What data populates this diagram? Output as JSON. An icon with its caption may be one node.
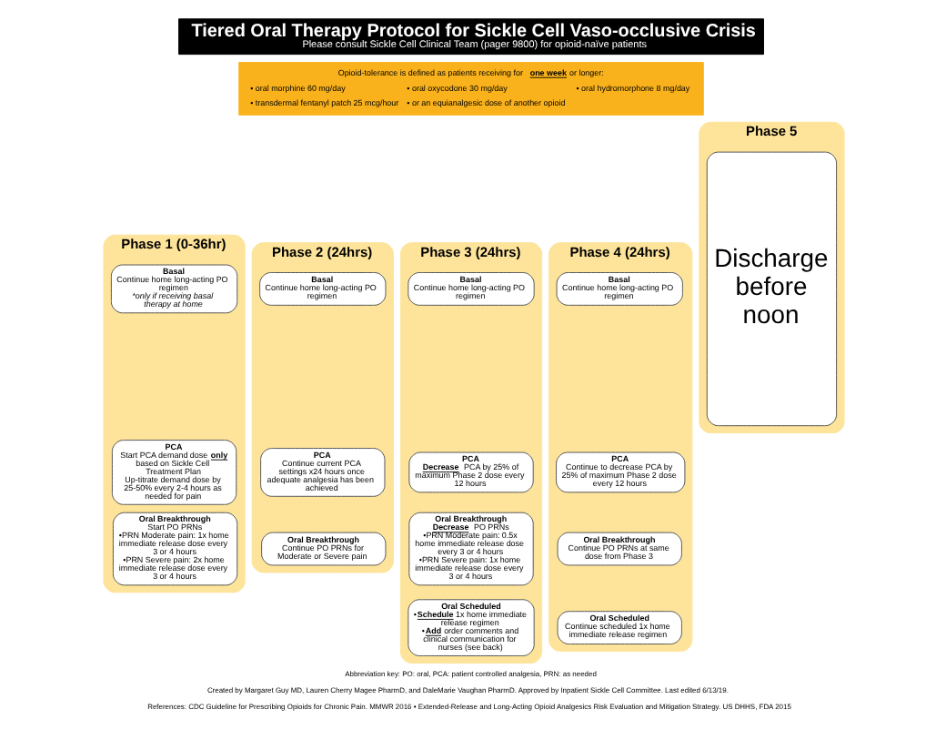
{
  "diagram": {
    "nodes": [
      {
        "text": [
          "Tiered Oral Therapy Protocol for Sickle Cell Vaso-occlusive Crisis",
          "Please consult Sickle Cell Clinical Team (pager 9800) for opioid-naïve patients"
        ]
      },
      {
        "text": [
          "Opioid-tolerance is defined as patients receiving for **one week** or longer:",
          "• oral morphine 60 mg/day",
          "• oral oxycodone 30 mg/day",
          "• oral hydromorphone 8 mg/day",
          "• transdermal fentanyl patch 25 mcg/hour",
          "• or an equianalgesic dose of another opioid"
        ]
      },
      {
        "text": [
          "Phase 1 (0-36hr)"
        ]
      },
      {
        "text": [
          "Basal",
          "Continue home long-acting PO regimen",
          "*only if receiving basal therapy at home"
        ],
        "in": 2
      },
      {
        "text": [
          "PCA",
          "Start PCA demand dose **only** based on Sickle Cell Treatment Plan",
          "Up-titrate demand dose by 25-50% every 2-4 hours as needed for pain"
        ],
        "in": 2
      },
      {
        "text": [
          "Oral Breakthrough",
          "Start PO PRNs",
          "•PRN Moderate pain: 1x home immediate release dose every 3 or 4 hours",
          "•PRN Severe pain: 2x home immediate release dose every 3 or 4 hours"
        ],
        "in": 2
      },
      {
        "text": [
          "Phase 2 (24hrs)"
        ]
      },
      {
        "text": [
          "Basal",
          "Continue home long-acting PO regimen"
        ],
        "in": 6
      },
      {
        "text": [
          "PCA",
          "Continue current PCA settings x24 hours once adequate analgesia has been achieved"
        ],
        "in": 6
      },
      {
        "text": [
          "Oral Breakthrough",
          "Continue PO PRNs for Moderate or Severe pain"
        ],
        "in": 6
      },
      {
        "text": [
          "Phase 3 (24hrs)"
        ]
      },
      {
        "text": [
          "Basal",
          "Continue home long-acting PO regimen"
        ],
        "in": 10
      },
      {
        "text": [
          "PCA",
          "**Decrease** PCA by 25% of maximum Phase 2 dose every 12 hours"
        ],
        "in": 10
      },
      {
        "text": [
          "Oral Breakthrough",
          "**Decrease** PO PRNs",
          "•PRN Moderate pain: 0.5x home immediate release dose every 3 or 4 hours",
          "•PRN Severe pain: 1x home immediate release dose every 3 or 4 hours"
        ],
        "in": 10
      },
      {
        "text": [
          "Oral Scheduled",
          "•**Schedule** 1x home immediate release regimen",
          "•**Add** order comments and clinical communication for nurses (see back)"
        ],
        "in": 10
      },
      {
        "text": [
          "Phase 4 (24hrs)"
        ]
      },
      {
        "text": [
          "Basal",
          "Continue home long-acting PO regimen"
        ],
        "in": 15
      },
      {
        "text": [
          "PCA",
          "Continue to decrease PCA by 25% of maximum Phase 2 dose every 12 hours"
        ],
        "in": 15
      },
      {
        "text": [
          "Oral Breakthrough",
          "Continue PO PRNs at same dose from Phase 3"
        ],
        "in": 15
      },
      {
        "text": [
          "Oral Scheduled",
          "Continue scheduled 1x home immediate release regimen"
        ],
        "in": 15
      },
      {
        "text": [
          "Phase 5"
        ]
      },
      {
        "text": [
          "Discharge before noon"
        ],
        "in": 20
      }
    ],
    "edges": [],
    "labels": [
      "Abbreviation key: PO: oral, PCA: patient controlled analgesia, PRN: as needed",
      "Created by Margaret Guy MD, Lauren Cherry Magee PharmD, and DaleMarie Vaughan PharmD. Approved by Inpatient Sickle Cell Committee. Last edited 6/13/19.",
      "References: CDC Guideline for Prescribing Opioids for Chronic Pain. MMWR 2016 • Extended-Release and Long-Acting Opioid Analgesics Risk Evaluation and Mitigation Strategy. US DHHS, FDA 2015"
    ]
  }
}
